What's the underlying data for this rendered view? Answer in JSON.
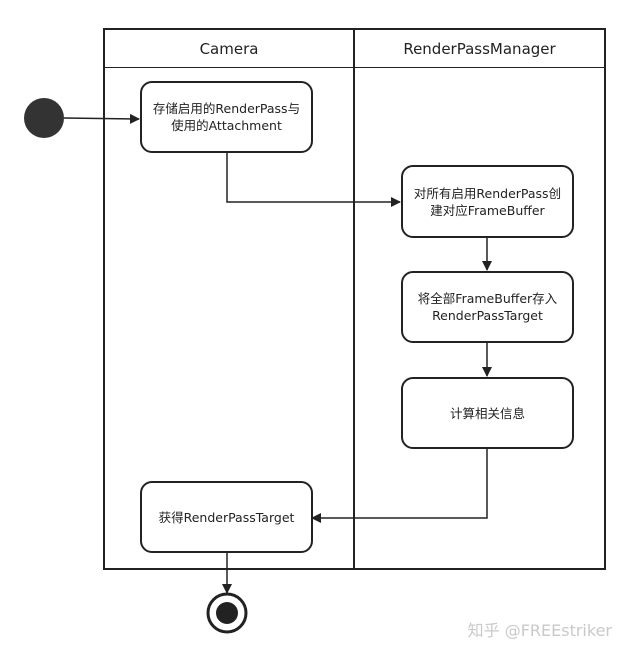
{
  "lanes": [
    {
      "id": "camera",
      "title": "Camera"
    },
    {
      "id": "rpm",
      "title": "RenderPassManager"
    }
  ],
  "nodes": {
    "store": {
      "lines": [
        "存储启用的RenderPass与",
        "使用的Attachment"
      ]
    },
    "create_fb": {
      "lines": [
        "对所有启用RenderPass创",
        "建对应FrameBuffer"
      ]
    },
    "save_target": {
      "lines": [
        "将全部FrameBuffer存入",
        "RenderPassTarget"
      ]
    },
    "compute": {
      "lines": [
        "计算相关信息"
      ]
    },
    "get_target": {
      "lines": [
        "获得RenderPassTarget"
      ]
    }
  },
  "watermark": "知乎 @FREEstriker"
}
